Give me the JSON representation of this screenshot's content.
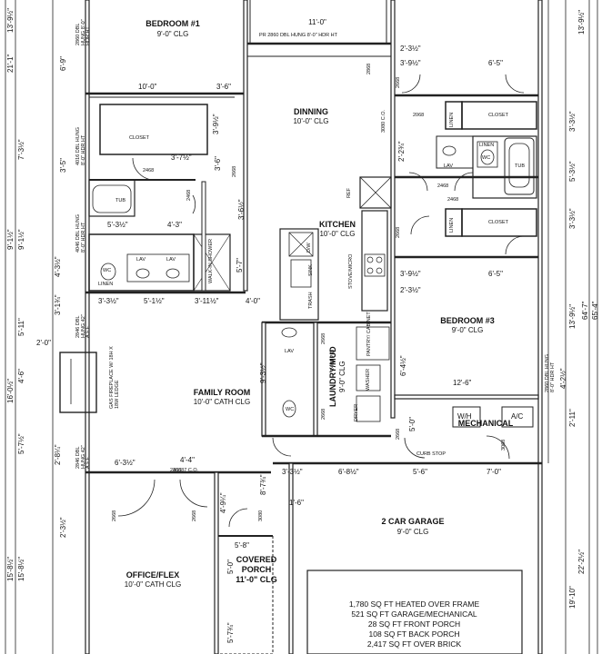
{
  "rooms": {
    "bedroom1": {
      "name": "BEDROOM #1",
      "clg": "9'-0\" CLG"
    },
    "dinning": {
      "name": "DINNING",
      "clg": "10'-0\" CLG"
    },
    "kitchen": {
      "name": "KITCHEN",
      "clg": "10'-0\" CLG"
    },
    "bedroom3": {
      "name": "BEDROOM #3",
      "clg": "9'-0\" CLG"
    },
    "laundry": {
      "name": "LAUNDRY/MUD",
      "clg": "9'-0\" CLG"
    },
    "family": {
      "name": "FAMILY ROOM",
      "clg": "10'-0\" CATH CLG"
    },
    "mechanical": {
      "name": "MECHANICAL"
    },
    "garage": {
      "name": "2 CAR GARAGE",
      "clg": "9'-0\" CLG"
    },
    "office": {
      "name": "OFFICE/FLEX",
      "clg": "10'-0\" CATH CLG"
    },
    "porch": {
      "name1": "COVERED",
      "name2": "PORCH",
      "clg": "11'-0\" CLG"
    }
  },
  "labels": {
    "closet": "CLOSET",
    "closet_r1": "CLOSET",
    "closet_r2": "CLOSET",
    "linen1": "LINEN",
    "linen2": "LINEN",
    "linen3": "LINEN",
    "linen4": "LINEN",
    "tub1": "TUB",
    "tub2": "TUB",
    "lav1": "LAV",
    "lav2": "LAV",
    "lav3": "LAV",
    "lav4": "LAV",
    "wc1": "WC",
    "wc2": "WC",
    "wc3": "WC",
    "walkin": "WALK-IN SHOWER",
    "ref": "REF",
    "stove": "STOVE/MICRO",
    "dw": "D/W",
    "sink": "SINK",
    "trash": "TRASH",
    "pantry": "PANTRY/ CABINET",
    "washer": "WASHER",
    "dryer": "DRYER",
    "wh": "W/H",
    "ac": "A/C",
    "curb": "CURB STOP",
    "fireplace": "GAS FIREPLACE W/ 18H X 18W LEDGE",
    "win_top": "PR 2860 DBL HUNG 8'-0\" HDR HT",
    "win_b1": "2860 DBL HUNG 8'-0\" HDR HT",
    "win_4016": "4016 DBL HUNG 8'-0\" HDR HT",
    "win_4046": "4046 DBL HUNG 8'-0\" HDR HT",
    "win_2846a": "2846 DBL HUNG 42\" A.F.F.",
    "win_2846b": "2846 DBL HUNG 42\" A.F.F.",
    "win_right": "2860 DBL HUNG 8'-0\" HDR HT",
    "d2468a": "2468",
    "d2468b": "2468",
    "d2468c": "2468",
    "d2468d": "2468",
    "d2468e": "2468",
    "d2668a": "2668",
    "d2668b": "2668",
    "d2668c": "2668",
    "d2668d": "2668",
    "d2668e": "2668",
    "d2668f": "2668",
    "d2668g": "2668",
    "d2668h": "2668",
    "d2868": "2868",
    "d3068a": "3068",
    "d3068b": "3068",
    "d3080": "3080",
    "d3080co": "3080 C.O.",
    "d30687": "30687 C.O.",
    "d2468pkt": "2468 PKT",
    "d2068": "2068"
  },
  "dims": {
    "d_11_0": "11'-0\"",
    "d_10_0": "10'-0\"",
    "d_3_6a": "3'-6\"",
    "d_2_3_5a": "2'-3½\"",
    "d_3_9_5a": "3'-9½\"",
    "d_6_5a": "6'-5\"",
    "d_3_9_5b": "3'-9½\"",
    "d_3_7_5": "3'-7½\"",
    "d_3_6b": "3'-6\"",
    "d_2_2_75": "2'-2¾\"",
    "d_3_6_5": "3'-6½\"",
    "d_5_3_5a": "5'-3½\"",
    "d_4_3": "4'-3\"",
    "d_5_7": "5'-7\"",
    "d_3_9_5c": "3'-9½\"",
    "d_6_5b": "6'-5\"",
    "d_2_3_5b": "2'-3½\"",
    "d_3_3_5": "3'-3½\"",
    "d_5_1_5": "5'-1½\"",
    "d_3_11_5": "3'-11½\"",
    "d_4_0": "4'-0\"",
    "d_6_4_5": "6'-4½\"",
    "d_12_6": "12'-6\"",
    "d_9_3_5": "9'-3½\"",
    "d_6_3_5": "6'-3½\"",
    "d_4_4": "4'-4\"",
    "d_3_3_5b": "3'-3½\"",
    "d_6_8_5": "6'-8½\"",
    "d_5_6": "5'-6\"",
    "d_7_0": "7'-0\"",
    "d_8_7_75": "8'-7¾\"",
    "d_1_6": "1'-6\"",
    "d_4_9_25": "4'-9¼\"",
    "d_5_8": "5'-8\"",
    "d_5_0a": "5'-0\"",
    "d_5_7_75": "5'-7¾\"",
    "d_5_0b": "5'-0\"",
    "d_4_3_5": "4'-3½\"",
    "d_3_1_75": "3'-1¾\"",
    "d_2_0": "2'-0\"",
    "d_2_8_25": "2'-8¼\"",
    "d_2_3_5c": "2'-3½\"",
    "d_3_5": "3'-5\"",
    "d_3_9_5v": "3'-9½\"",
    "d_3_6_5v": "3'-6½\""
  },
  "left_dims": {
    "l_13_9_5": "13'-9½\"",
    "l_21_1": "21'-1\"",
    "l_6_9": "6'-9\"",
    "l_7_3_5": "7'-3½\"",
    "l_9_1_5a": "9'-1½\"",
    "l_9_1_5b": "9'-1½\"",
    "l_5_11": "5'-11\"",
    "l_16_0_5": "16'-0½\"",
    "l_4_6": "4'-6\"",
    "l_5_7_5": "5'-7½\"",
    "l_15_8_5a": "15'-8½\"",
    "l_15_8_5b": "15'-8½\""
  },
  "right_dims": {
    "r_13_9_5top": "13'-9½\"",
    "r_3_3_5a": "3'-3½\"",
    "r_5_3_5": "5'-3½\"",
    "r_3_3_5b": "3'-3½\"",
    "r_13_9_5": "13'-9½\"",
    "r_64_7": "64'-7\"",
    "r_65_4": "65'-4\"",
    "r_4_2_5": "4'-2½\"",
    "r_2_11": "2'-11\"",
    "r_19_10": "19'-10\"",
    "r_22_2_5": "22'-2½\""
  },
  "notes": [
    "1,780 SQ FT HEATED OVER FRAME",
    "521 SQ FT GARAGE/MECHANICAL",
    "28 SQ FT FRONT PORCH",
    "108 SQ FT BACK PORCH",
    "2,417 SQ FT OVER BRICK"
  ]
}
